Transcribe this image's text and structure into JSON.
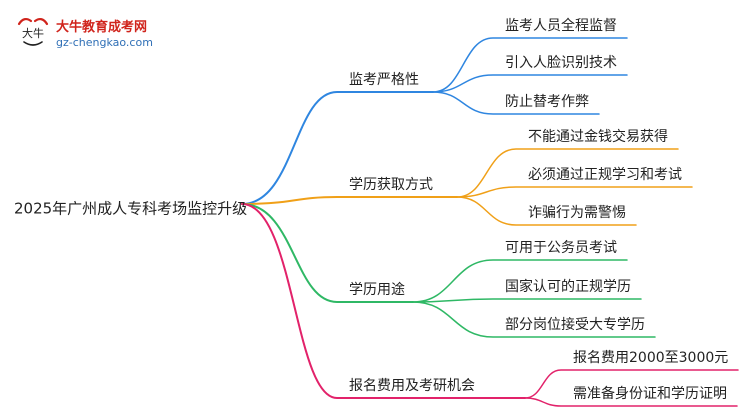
{
  "logo": {
    "glyph": "大牛",
    "name": "大牛教育成考网",
    "url": "gz-chengkao.com"
  },
  "mindmap": {
    "root": "2025年广州成人专科考场监控升级",
    "branches": [
      {
        "label": "监考严格性",
        "color": "#2f86e0",
        "children": [
          "监考人员全程监督",
          "引入人脸识别技术",
          "防止替考作弊"
        ]
      },
      {
        "label": "学历获取方式",
        "color": "#f0a018",
        "children": [
          "不能通过金钱交易获得",
          "必须通过正规学习和考试",
          "诈骗行为需警惕"
        ]
      },
      {
        "label": "学历用途",
        "color": "#2fb865",
        "children": [
          "可用于公务员考试",
          "国家认可的正规学历",
          "部分岗位接受大专学历"
        ]
      },
      {
        "label": "报名费用及考研机会",
        "color": "#e2226a",
        "children": [
          "报名费用2000至3000元",
          "需准备身份证和学历证明"
        ]
      }
    ]
  }
}
